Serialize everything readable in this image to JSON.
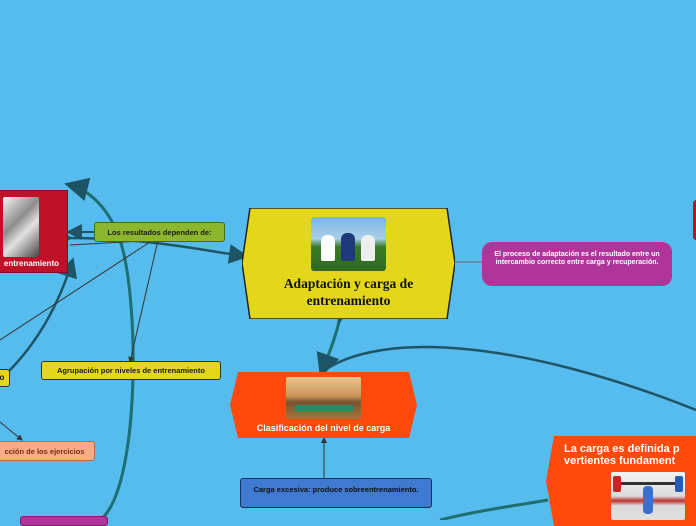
{
  "central": {
    "title": "Adaptación y carga de entrenamiento",
    "color": "#e4d71b"
  },
  "nodes": {
    "results_depend": "Los resultados dependen  de:",
    "adaptation_note": "El proceso de adaptación es el resultado entre un intercambio correcto entre carga y recuperación.",
    "grouping": "Agrupación por niveles de entrenamiento",
    "classification": "Clasificación del nivel de carga",
    "excessive_load": "Carga excesiva: produce sobreentrenamiento.",
    "load_defined": "La carga es definida p vertientes fundament",
    "training_left": "entrenamiento",
    "exercise_selection": "cción de los ejercicios",
    "left_yellow": "o"
  },
  "colors": {
    "background": "#56bced",
    "central": "#e4d71b",
    "results": "#8db62f",
    "purple": "#b0359a",
    "orange_red": "#ff4a0d",
    "excessive": "#3f79d0",
    "crimson": "#c0102a",
    "link_dark": "#1e5566",
    "link_teal": "#1d6f70",
    "salmon": "#fbab87"
  },
  "icons": [
    "runners-photo",
    "gym-photo",
    "weightlifter-photo",
    "athletes-photo"
  ]
}
